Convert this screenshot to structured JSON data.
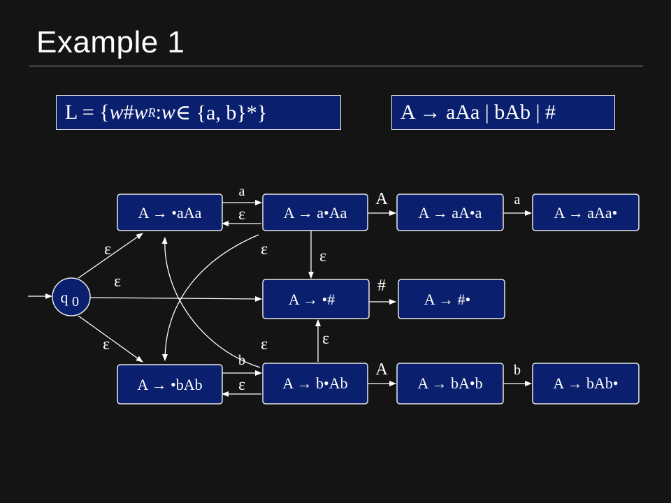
{
  "title": "Example 1",
  "language_def": {
    "prefix": "L = {",
    "w1": "w",
    "hash": "#",
    "w2": "w",
    "sup": "R",
    "mid": " : ",
    "w3": "w",
    "suffix": " ∈ {a, b}*}"
  },
  "grammar_def": "A  → aAa | bAb | #",
  "start_state": {
    "label": "q0",
    "main": "q",
    "sub": "0"
  },
  "states": [
    {
      "id": "s_aAa_0",
      "label": "A  →  •aAa"
    },
    {
      "id": "s_aAa_1",
      "label": "A  →  a•Aa"
    },
    {
      "id": "s_aAa_2",
      "label": "A  →  aA•a"
    },
    {
      "id": "s_aAa_3",
      "label": "A  →  aAa•"
    },
    {
      "id": "s_hash_0",
      "label": "A  →  •#"
    },
    {
      "id": "s_hash_1",
      "label": "A  →  #•"
    },
    {
      "id": "s_bAb_0",
      "label": "A  →  •bAb"
    },
    {
      "id": "s_bAb_1",
      "label": "A  →  b•Ab"
    },
    {
      "id": "s_bAb_2",
      "label": "A  →  bA•b"
    },
    {
      "id": "s_bAb_3",
      "label": "A  →  bAb•"
    }
  ],
  "edge_labels": {
    "eps": "ε",
    "a": "a",
    "b": "b",
    "A": "A",
    "hash": "#"
  },
  "colors": {
    "background": "#141414",
    "state_fill": "#0a1f6e",
    "state_border": "#e8e8e8",
    "text": "#ffffff"
  }
}
